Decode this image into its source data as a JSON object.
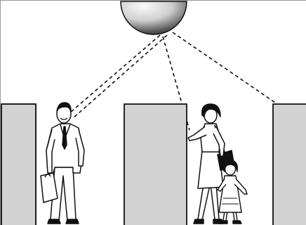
{
  "scene": {
    "description_type": "illustration",
    "colors": {
      "background": "#ffffff",
      "partition_fill": "#d3d3d3",
      "outline": "#111111",
      "sphere_light": "#f7f7f7",
      "sphere_dark": "#2b2b2b",
      "ray": "#111111"
    },
    "elements": {
      "sphere": "overhead-camera-dome",
      "sight_lines": 4,
      "partitions": 3,
      "figures": [
        "man-with-briefcase",
        "woman-with-handbag",
        "child"
      ]
    }
  }
}
